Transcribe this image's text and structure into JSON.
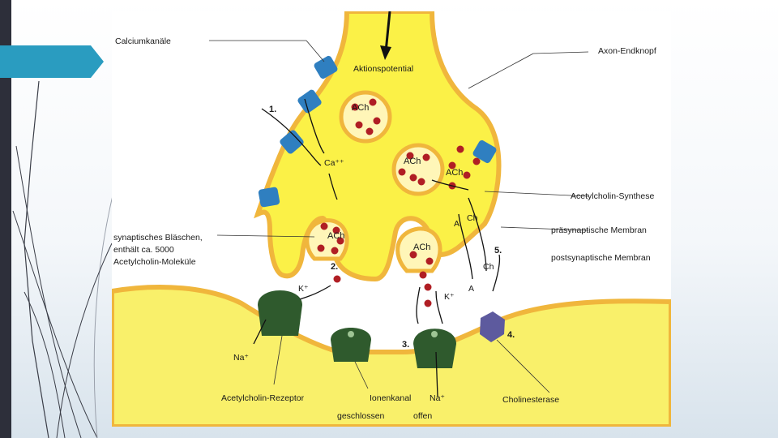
{
  "colors": {
    "membrane": "#f0b63c",
    "cytoplasm": "#fbf147",
    "postsynaptic": "#f9f06a",
    "vesicle_fill": "#fff6b8",
    "ach_dot": "#b01e24",
    "receptor": "#2f5a2d",
    "calcium_channel": "#2f7fc0",
    "cholinesterase": "#5d5a9e",
    "accent_tab": "#2a9cc0",
    "side_bar": "#2d2f3a"
  },
  "labels": {
    "calciumkanaele": "Calciumkanäle",
    "aktionspotential": "Aktionspotential",
    "axon_endknopf": "Axon-Endknopf",
    "acetylcholin_synthese": "Acetylcholin-Synthese",
    "praesynaptische_membran": "präsynaptische Membran",
    "postsynaptische_membran": "postsynaptische Membran",
    "blaeschen_line1": "synaptisches Bläschen,",
    "blaeschen_line2": "enthält ca. 5000",
    "blaeschen_line3": "Acetylcholin-Moleküle",
    "rezeptor": "Acetylcholin-Rezeptor",
    "ionenkanal_line1": "Ionenkanal",
    "ionenkanal_line2": "geschlossen",
    "offen": "offen",
    "cholinesterase": "Cholinesterase",
    "ach": "ACh",
    "ca": "Ca⁺⁺",
    "k": "K⁺",
    "na": "Na⁺",
    "a": "A",
    "ch": "Ch"
  },
  "steps": {
    "s1": "1.",
    "s2": "2.",
    "s3": "3.",
    "s4": "4.",
    "s5": "5."
  }
}
